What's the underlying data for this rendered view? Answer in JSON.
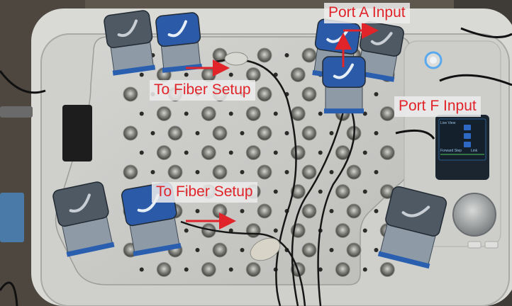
{
  "annotations": {
    "port_a": "Port A Input",
    "port_f": "Port F Input",
    "fiber_top": "To Fiber Setup",
    "fiber_bottom": "To Fiber Setup"
  },
  "device_screen": {
    "title": "Live View",
    "footer_left": "Forward Step",
    "footer_right": "Link"
  },
  "colors": {
    "annotation_text": "#e0242a",
    "annotation_background": "#ececec",
    "arrow": "#e0242a",
    "module_blue": "#2b5aa8",
    "module_grey": "#4f5963",
    "deck": "#c9c9c6",
    "power_ring": "#5aa8ee"
  },
  "icons": [
    "fiber-coupler-icon",
    "power-button-icon",
    "knob-icon",
    "direction-arrow-icon"
  ]
}
